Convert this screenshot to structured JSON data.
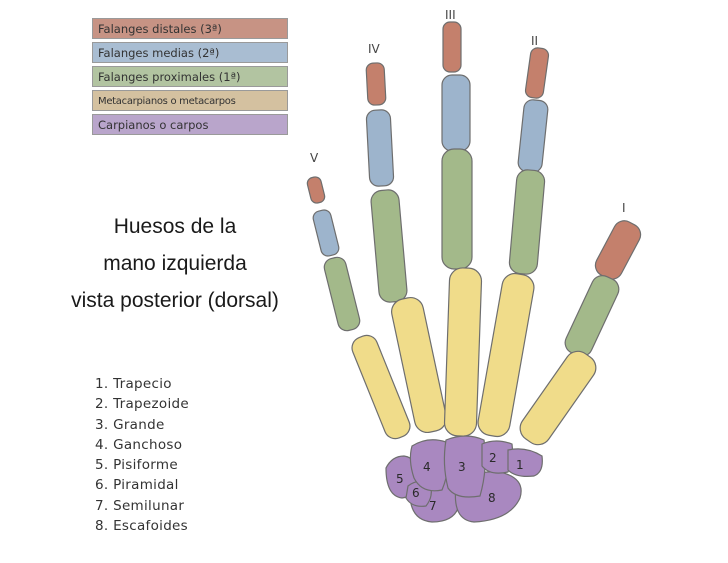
{
  "legend": [
    {
      "label": "Falanges distales (3ª)",
      "color": "#c79384"
    },
    {
      "label": "Falanges medias (2ª)",
      "color": "#a9bdd2"
    },
    {
      "label": "Falanges proximales (1ª)",
      "color": "#b2c4a1"
    },
    {
      "label": "Metacarpianos o metacarpos",
      "color": "#d4c1a0"
    },
    {
      "label": "Carpianos o carpos",
      "color": "#b9a5cb"
    }
  ],
  "title": [
    "Huesos de la",
    "mano izquierda",
    "vista posterior (dorsal)"
  ],
  "carpals_list": [
    "1. Trapecio",
    "2. Trapezoide",
    "3. Grande",
    "4. Ganchoso",
    "5. Pisiforme",
    "6. Piramidal",
    "7. Semilunar",
    "8. Escafoides"
  ],
  "fingers": [
    "I",
    "II",
    "III",
    "IV",
    "V"
  ],
  "carpal_numbers": [
    "1",
    "2",
    "3",
    "4",
    "5",
    "6",
    "7",
    "8"
  ],
  "colors": {
    "distal": "#c4806c",
    "middle": "#9db4cc",
    "proximal": "#a3b98a",
    "metacarpal": "#f0dc8a",
    "carpal": "#a988c0"
  }
}
